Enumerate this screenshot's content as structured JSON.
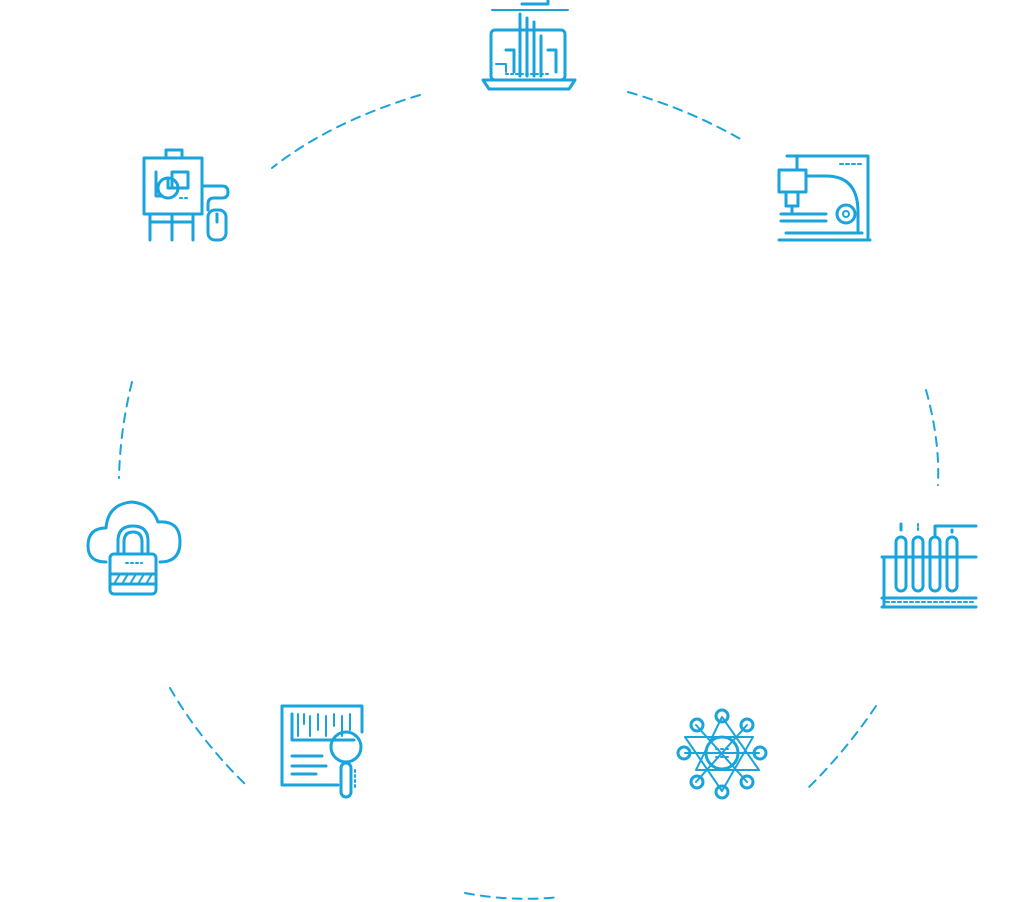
{
  "colors": {
    "accent": "#1aa4dc"
  },
  "nodes": [
    {
      "id": "laptop",
      "icon": "laptop-circuit-icon"
    },
    {
      "id": "microscope",
      "icon": "microscope-icon"
    },
    {
      "id": "test-tubes",
      "icon": "test-tubes-icon"
    },
    {
      "id": "network",
      "icon": "network-star-icon"
    },
    {
      "id": "document-search",
      "icon": "document-search-icon"
    },
    {
      "id": "cloud-lock",
      "icon": "cloud-lock-icon"
    },
    {
      "id": "presentation",
      "icon": "presentation-easel-icon"
    }
  ]
}
